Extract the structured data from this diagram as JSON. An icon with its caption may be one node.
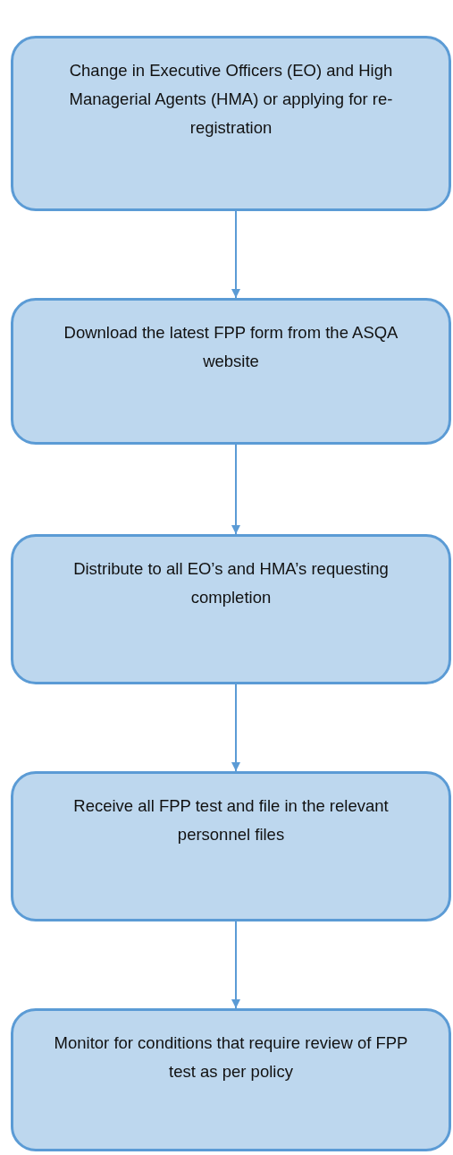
{
  "diagram": {
    "nodes": [
      {
        "text": [
          "Change in Executive Officers (EO) and High Managerial Agents (HMA) or applying for re-registration"
        ]
      },
      {
        "text": [
          "Download the latest FPP form from the ASQA website"
        ]
      },
      {
        "text": [
          "Distribute to all EO’s and HMA’s requesting completion"
        ]
      },
      {
        "text": [
          "Receive all FPP test and file in the relevant personnel files"
        ]
      },
      {
        "text": [
          "Monitor for conditions that require review of FPP test as per policy"
        ]
      }
    ],
    "edges": [
      {
        "from": 0,
        "to": 1,
        "arrow": "to"
      },
      {
        "from": 1,
        "to": 2,
        "arrow": "to"
      },
      {
        "from": 2,
        "to": 3,
        "arrow": "to"
      },
      {
        "from": 3,
        "to": 4,
        "arrow": "to"
      }
    ]
  }
}
